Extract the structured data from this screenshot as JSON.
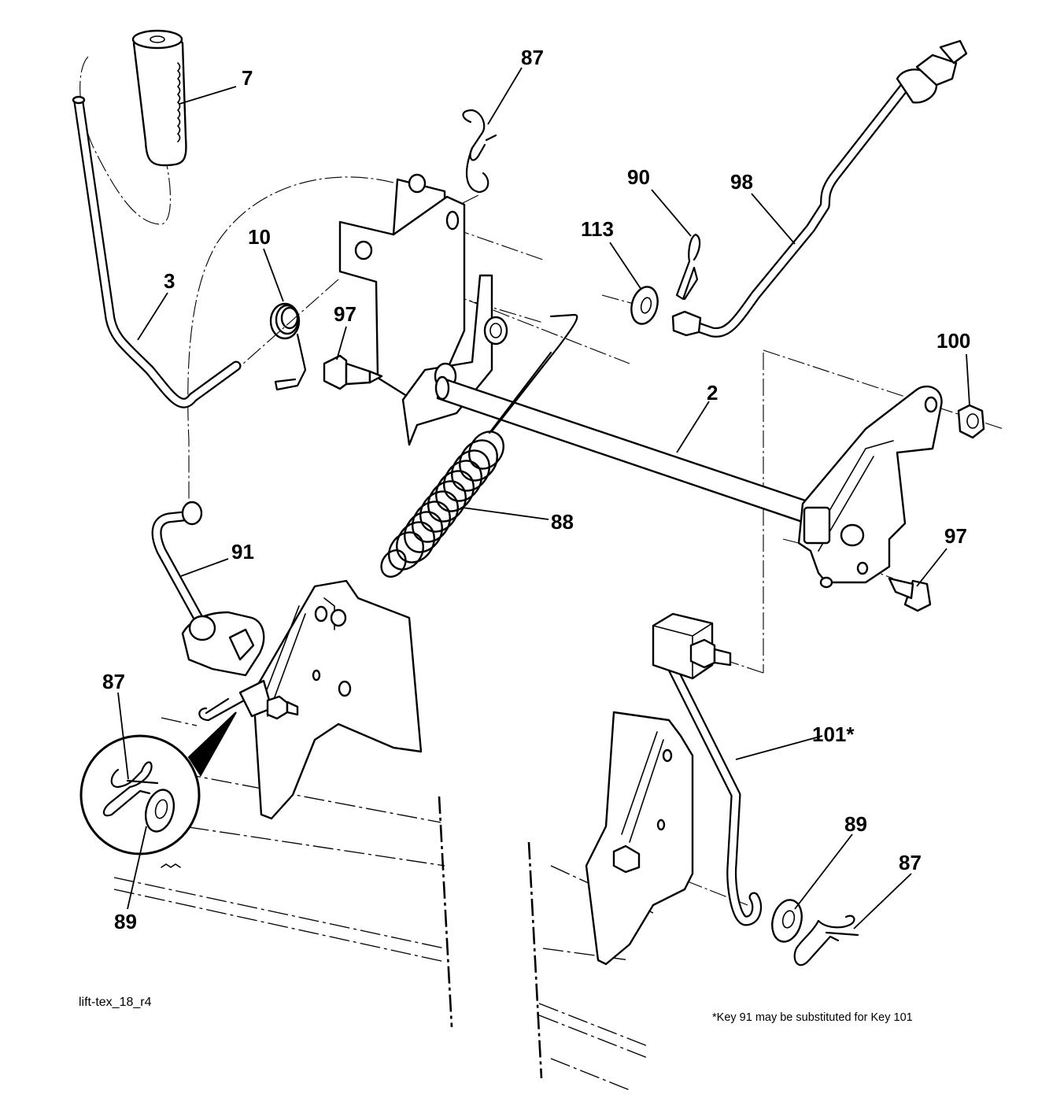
{
  "diagram": {
    "drawing_id": "lift-tex_18_r4",
    "footnote": "*Key 91 may be substituted for Key 101",
    "callouts": {
      "c7": "7",
      "c87_top": "87",
      "c90": "90",
      "c98": "98",
      "c113": "113",
      "c10": "10",
      "c3": "3",
      "c97_left": "97",
      "c100": "100",
      "c2": "2",
      "c88": "88",
      "c97_right": "97",
      "c91": "91",
      "c87_left": "87",
      "c89_left": "89",
      "c101": "101*",
      "c89_right": "89",
      "c87_right": "87"
    }
  }
}
